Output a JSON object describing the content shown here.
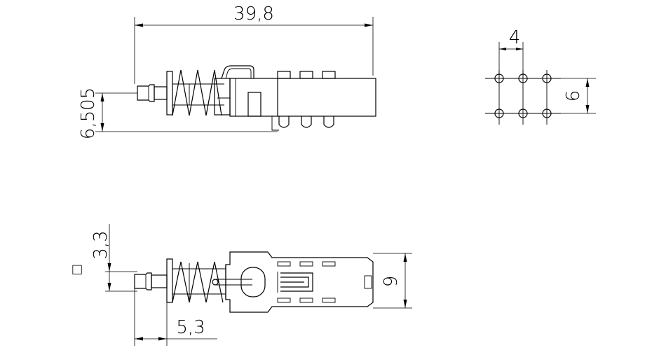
{
  "drawing": {
    "dimensions": {
      "overall_length": "39,8",
      "side_offset": "6,505",
      "pin_pitch": "4",
      "row_spacing": "6",
      "plunger_square": "3,3",
      "plunger_length": "5,3",
      "body_width": "9"
    },
    "square_symbol": "□",
    "pcb_layout": {
      "rows": 2,
      "columns": 3
    }
  }
}
